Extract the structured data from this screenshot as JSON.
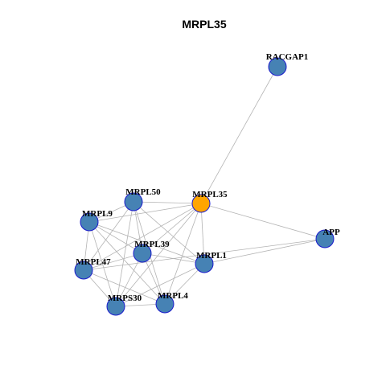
{
  "title": "MRPL35",
  "colors": {
    "hub_fill": "#ffa500",
    "node_fill": "#4682b4",
    "node_stroke": "#1a1acc",
    "edge": "#b3b3b3"
  },
  "hub": "MRPL35",
  "nodes": [
    {
      "id": "MRPL35",
      "label": "MRPL35"
    },
    {
      "id": "RACGAP1",
      "label": "RACGAP1"
    },
    {
      "id": "APP",
      "label": "APP"
    },
    {
      "id": "MRPL50",
      "label": "MRPL50"
    },
    {
      "id": "MRPL9",
      "label": "MRPL9"
    },
    {
      "id": "MRPL39",
      "label": "MRPL39"
    },
    {
      "id": "MRPL1",
      "label": "MRPL1"
    },
    {
      "id": "MRPL47",
      "label": "MRPL47"
    },
    {
      "id": "MRPS30",
      "label": "MRPS30"
    },
    {
      "id": "MRPL4",
      "label": "MRPL4"
    }
  ],
  "edges": [
    [
      "MRPL35",
      "RACGAP1"
    ],
    [
      "MRPL35",
      "APP"
    ],
    [
      "MRPL35",
      "MRPL50"
    ],
    [
      "MRPL35",
      "MRPL9"
    ],
    [
      "MRPL35",
      "MRPL39"
    ],
    [
      "MRPL35",
      "MRPL1"
    ],
    [
      "MRPL35",
      "MRPL47"
    ],
    [
      "MRPL35",
      "MRPS30"
    ],
    [
      "MRPL35",
      "MRPL4"
    ],
    [
      "APP",
      "MRPL1"
    ],
    [
      "APP",
      "MRPL47"
    ],
    [
      "MRPL50",
      "MRPL9"
    ],
    [
      "MRPL50",
      "MRPL39"
    ],
    [
      "MRPL50",
      "MRPL1"
    ],
    [
      "MRPL50",
      "MRPL47"
    ],
    [
      "MRPL50",
      "MRPS30"
    ],
    [
      "MRPL50",
      "MRPL4"
    ],
    [
      "MRPL9",
      "MRPL39"
    ],
    [
      "MRPL9",
      "MRPL1"
    ],
    [
      "MRPL9",
      "MRPL47"
    ],
    [
      "MRPL9",
      "MRPS30"
    ],
    [
      "MRPL9",
      "MRPL4"
    ],
    [
      "MRPL39",
      "MRPL1"
    ],
    [
      "MRPL39",
      "MRPL47"
    ],
    [
      "MRPL39",
      "MRPS30"
    ],
    [
      "MRPL39",
      "MRPL4"
    ],
    [
      "MRPL1",
      "MRPS30"
    ],
    [
      "MRPL1",
      "MRPL4"
    ],
    [
      "MRPL47",
      "MRPS30"
    ],
    [
      "MRPL47",
      "MRPL4"
    ],
    [
      "MRPS30",
      "MRPL4"
    ]
  ]
}
